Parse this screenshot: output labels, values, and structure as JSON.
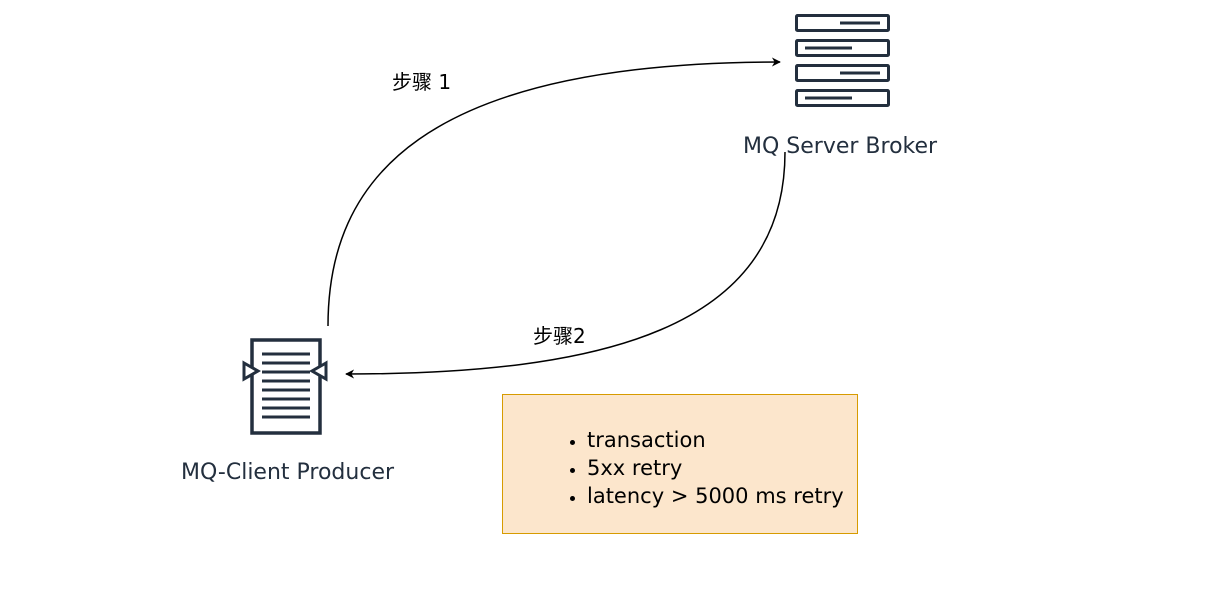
{
  "nodes": {
    "broker": {
      "label": "MQ Server  Broker",
      "icon": "server-rack-icon"
    },
    "producer": {
      "label": "MQ-Client Producer",
      "icon": "document-client-icon"
    }
  },
  "edges": {
    "step1": {
      "label": "步骤 1",
      "from": "producer",
      "to": "broker"
    },
    "step2": {
      "label": "步骤2",
      "from": "broker",
      "to": "producer"
    }
  },
  "note": {
    "items": [
      "transaction",
      "5xx retry",
      "latency  > 5000 ms retry"
    ]
  },
  "colors": {
    "icon": "#232F3E",
    "note_fill": "#FCE6CC",
    "note_border": "#D79B00",
    "edge": "#000000"
  }
}
